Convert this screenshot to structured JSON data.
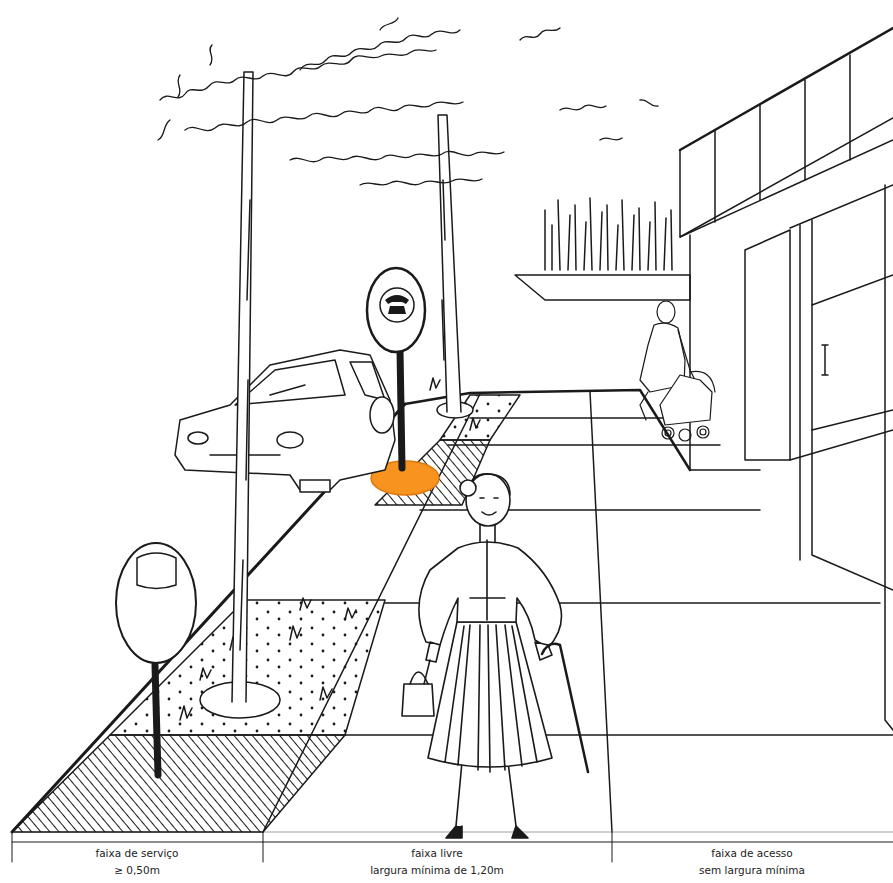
{
  "diagram": {
    "labels": [
      "faixa de serviço",
      "≥ 0,50m",
      "faixa livre",
      "largura mínima de 1,20m",
      "faixa de acesso",
      "sem largura mínima"
    ]
  }
}
